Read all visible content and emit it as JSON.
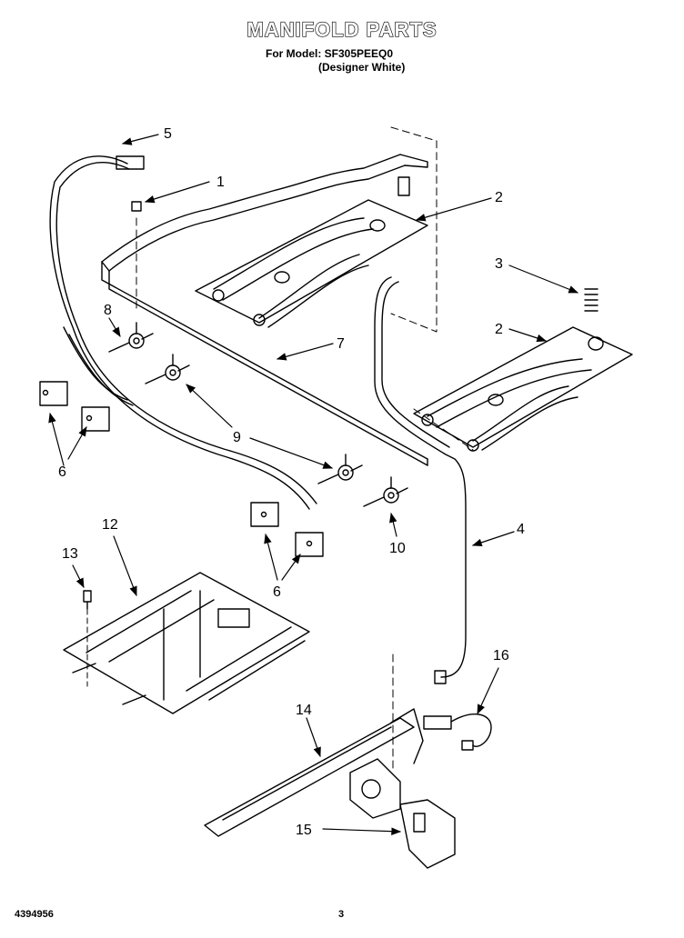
{
  "header": {
    "title": "MANIFOLD PARTS",
    "model_line": "For Model: SF305PEEQ0",
    "variant_line": "(Designer White)"
  },
  "callouts": [
    {
      "label": "5"
    },
    {
      "label": "1"
    },
    {
      "label": "2"
    },
    {
      "label": "3"
    },
    {
      "label": "2"
    },
    {
      "label": "8"
    },
    {
      "label": "7"
    },
    {
      "label": "9"
    },
    {
      "label": "9"
    },
    {
      "label": "6"
    },
    {
      "label": "4"
    },
    {
      "label": "10"
    },
    {
      "label": "12"
    },
    {
      "label": "13"
    },
    {
      "label": "6"
    },
    {
      "label": "16"
    },
    {
      "label": "14"
    },
    {
      "label": "15"
    }
  ],
  "footer": {
    "doc_number": "4394956",
    "page_number": "3"
  }
}
